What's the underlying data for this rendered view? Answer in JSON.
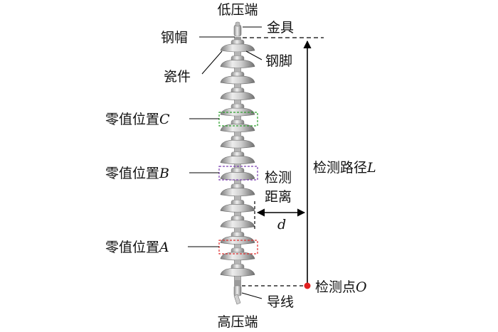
{
  "labels": {
    "low_end": "低压端",
    "fitting": "金具",
    "steel_cap": "钢帽",
    "steel_pin": "钢脚",
    "porcelain": "瓷件",
    "zero_c_prefix": "零值位置",
    "zero_c_var": "C",
    "zero_b_prefix": "零值位置",
    "zero_b_var": "B",
    "zero_a_prefix": "零值位置",
    "zero_a_var": "A",
    "path_prefix": "检测路径",
    "path_var": "L",
    "dist_line1": "检测",
    "dist_line2": "距离",
    "dist_var": "d",
    "point_prefix": "检测点",
    "point_var": "O",
    "conductor": "导线",
    "high_end": "高压端"
  },
  "insulator": {
    "disc_count": 15
  },
  "colors": {
    "zone_c": "#2ca02c",
    "zone_b": "#7b3fb0",
    "zone_a": "#e03030",
    "detection_point": "#e02020",
    "line": "#000000",
    "disc_light": "#e6e6e6",
    "disc_dark": "#8a8a8a"
  }
}
